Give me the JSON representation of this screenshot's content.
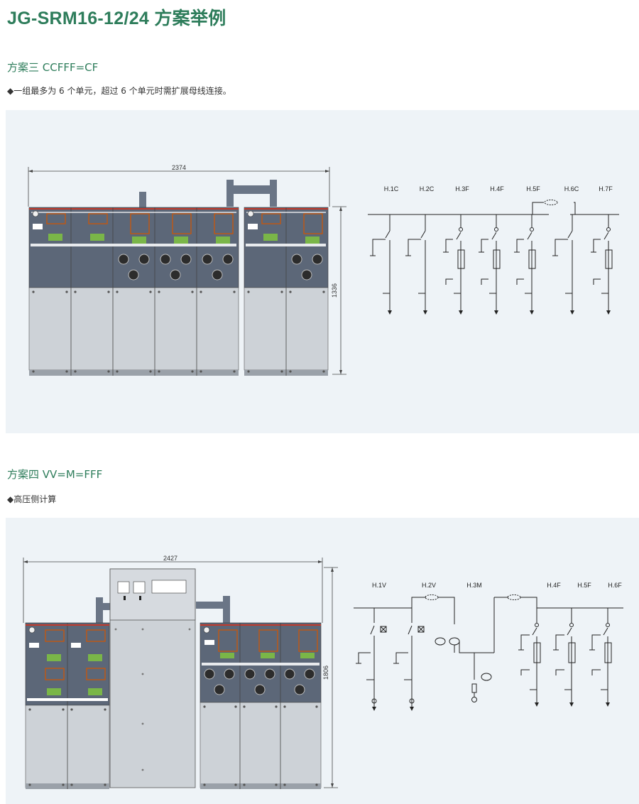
{
  "page": {
    "title": "JG-SRM16-12/24 方案举例"
  },
  "scheme3": {
    "heading": "方案三 CCFFF=CF",
    "note": "◆一组最多为 6 个单元，超过 6 个单元时需扩展母线连接。",
    "width_label": "2374",
    "height_label": "1336",
    "units": [
      "H.1C",
      "H.2C",
      "H.3F",
      "H.4F",
      "H.5F",
      "H.6C",
      "H.7F"
    ]
  },
  "scheme4": {
    "heading": "方案四 VV=M=FFF",
    "note": "◆高压侧计算",
    "width_label": "2427",
    "height_label": "1806",
    "units": [
      "H.1V",
      "H.2V",
      "H.3M",
      "H.4F",
      "H.5F",
      "H.6F"
    ]
  },
  "colors": {
    "title_green": "#2e7d5b",
    "panel_bg": "#eef3f7",
    "cabinet_dark": "#5c6778",
    "cabinet_light": "#cdd2d7",
    "busbar_red": "#c0392b"
  }
}
